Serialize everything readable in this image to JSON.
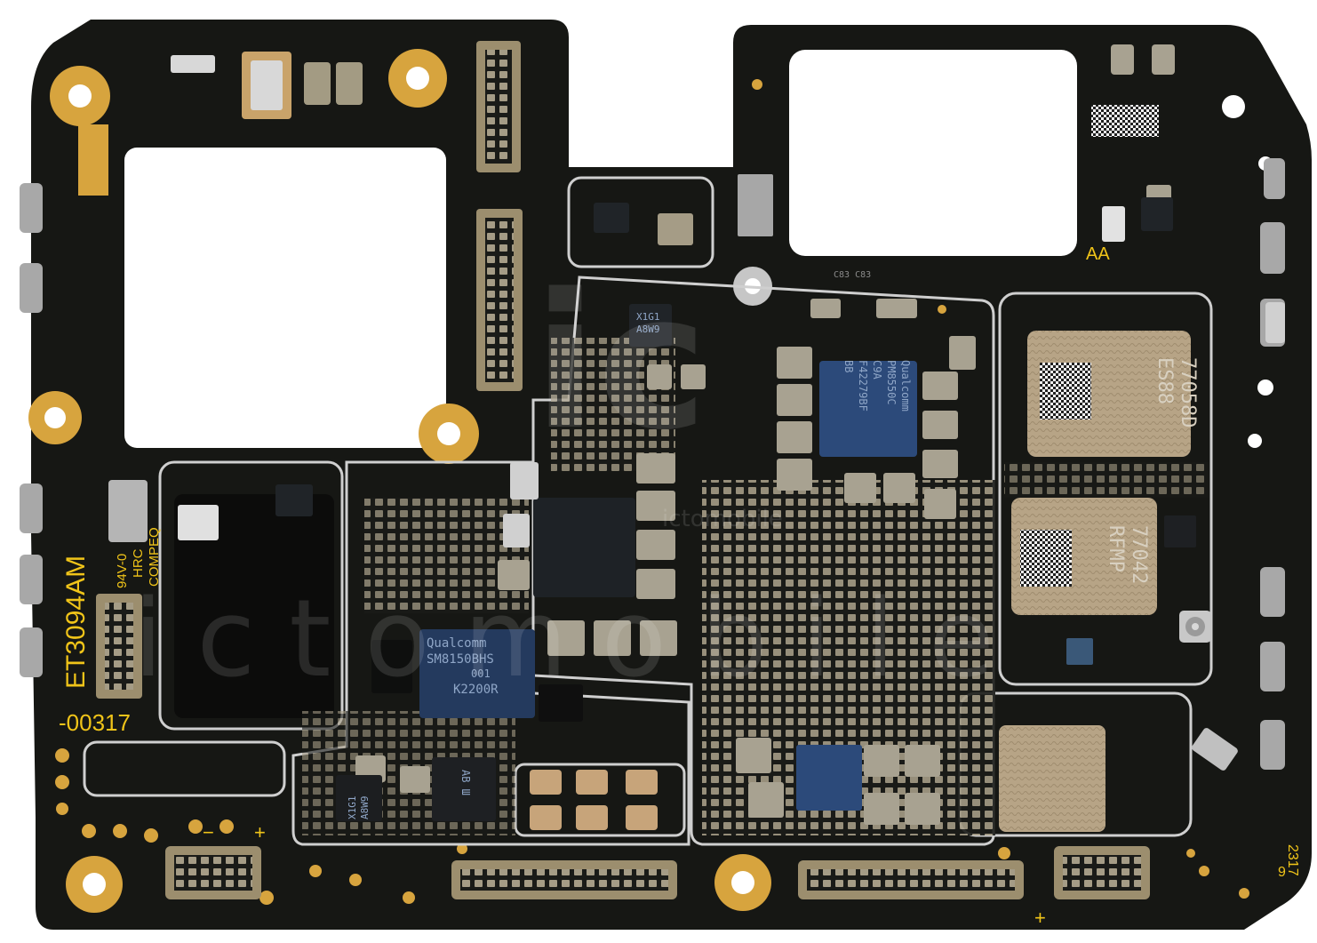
{
  "board": {
    "colors": {
      "pcb": "#161714",
      "gold": "#d7a43e",
      "silk": "#f0c419",
      "shield": "#c8c8c8",
      "chip_dark": "#1e2530",
      "chip_blue": "#2c4a7a",
      "module": "#b6a386",
      "cap": "#a8a291"
    },
    "silkscreen": {
      "model": "ET3094AM",
      "serial": "-00317",
      "cert1": "COMPEQ",
      "cert2": "HRC",
      "cert3": "94V-0",
      "corner_code": "2317",
      "mark_aa": "AA",
      "plus1": "+",
      "minus1": "−",
      "plus2": "+",
      "corner_9": "9",
      "small_label": "C83 C83"
    },
    "chips": {
      "pmic_line1": "Qualcomm",
      "pmic_line2": "PM8550C",
      "pmic_line3": "C9A",
      "pmic_line4": "F42279BF",
      "pmic_line5": "BB",
      "charger_line1": "Qualcomm",
      "charger_line2": "SM8150BHS",
      "charger_line3": "001",
      "charger_line4": "K2200R",
      "rf1_line1": "77058D",
      "rf1_line2": "ES88",
      "rf2_line1": "77042",
      "rf2_line2": "RFMP",
      "small1_line1": "X1G1",
      "small1_line2": "A8W9",
      "small2_line1": "X1G1",
      "small2_line2": "A8W9",
      "small3_line1": "AB Ш"
    },
    "watermark": {
      "logo": "ic",
      "brand_small": "ictomobile",
      "brand_large": "ictomobile"
    }
  }
}
